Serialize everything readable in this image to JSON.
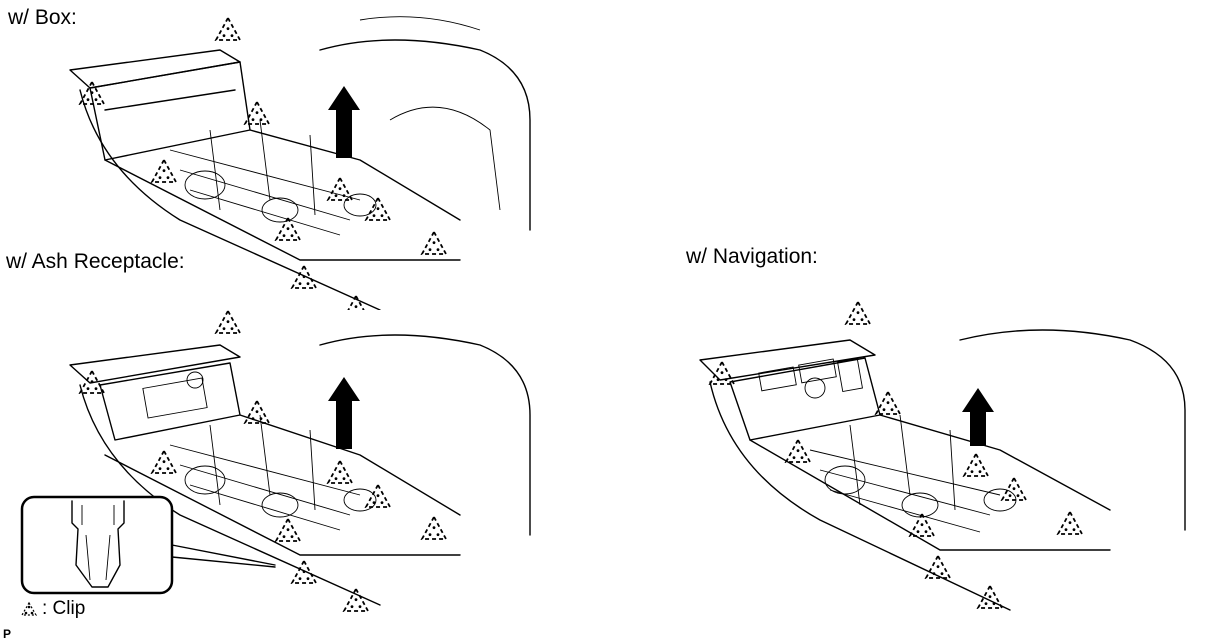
{
  "labels": {
    "with_box": "w/ Box:",
    "with_ash": "w/ Ash Receptacle:",
    "with_nav": "w/ Navigation:"
  },
  "legend": {
    "symbol_name": "clip-symbol-icon",
    "text": ": Clip"
  },
  "figure_code": "P",
  "colors": {
    "line": "#000000",
    "background": "#ffffff"
  }
}
